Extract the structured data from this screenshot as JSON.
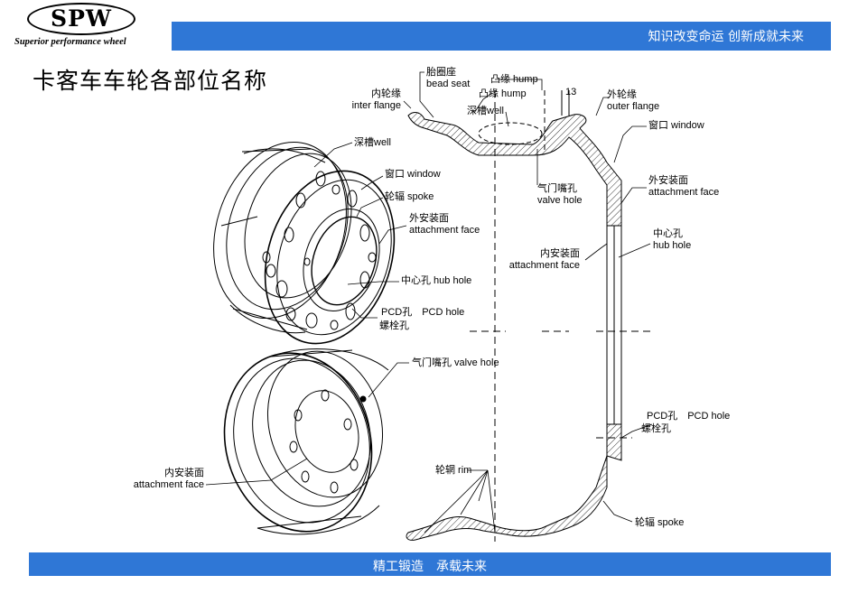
{
  "header": {
    "logo_text": "SPW",
    "logo_tagline": "Superior performance wheel",
    "slogan": "知识改变命运 创新成就未来"
  },
  "title": "卡客车车轮各部位名称",
  "footer": {
    "slogan": "精工锻造　承载未来"
  },
  "colors": {
    "bar_blue": "#2f77d6",
    "bar_text": "#ffffff"
  },
  "labels": {
    "bead_seat_cn": "胎圈座",
    "bead_seat_en": "bead seat",
    "hump_cn_1": "凸缘 hump",
    "hump_cn_2": "凸缘 hump",
    "dim_13": "13",
    "inner_flange_cn": "内轮缘",
    "inner_flange_en": "inter flange",
    "outer_flange_cn": "外轮缘",
    "outer_flange_en": "outer flange",
    "well_section": "深槽well",
    "window_section": "窗口 window",
    "valve_hole_section_cn": "气门嘴孔",
    "valve_hole_section_en": "valve hole",
    "outer_attach_cn": "外安装面",
    "outer_attach_en": "attachment face",
    "hub_hole_cn": "中心孔",
    "hub_hole_en": "hub hole",
    "inner_attach_section_cn": "内安装面",
    "inner_attach_section_en": "attachment face",
    "pcd_section": "PCD孔　PCD hole",
    "bolt_hole_section": "螺栓孔",
    "rim_label": "轮辋 rim",
    "spoke_section": "轮辐 spoke",
    "well_top": "深槽well",
    "window_top": "窗口 window",
    "spoke_top": "轮辐 spoke",
    "attach_top_cn": "外安装面",
    "attach_top_en": "attachment face",
    "hub_top": "中心孔 hub hole",
    "pcd_top": "PCD孔　PCD hole",
    "bolt_top": "螺栓孔",
    "valve_bottom": "气门嘴孔 valve hole",
    "inner_attach_bottom_cn": "内安装面",
    "inner_attach_bottom_en": "attachment face"
  }
}
